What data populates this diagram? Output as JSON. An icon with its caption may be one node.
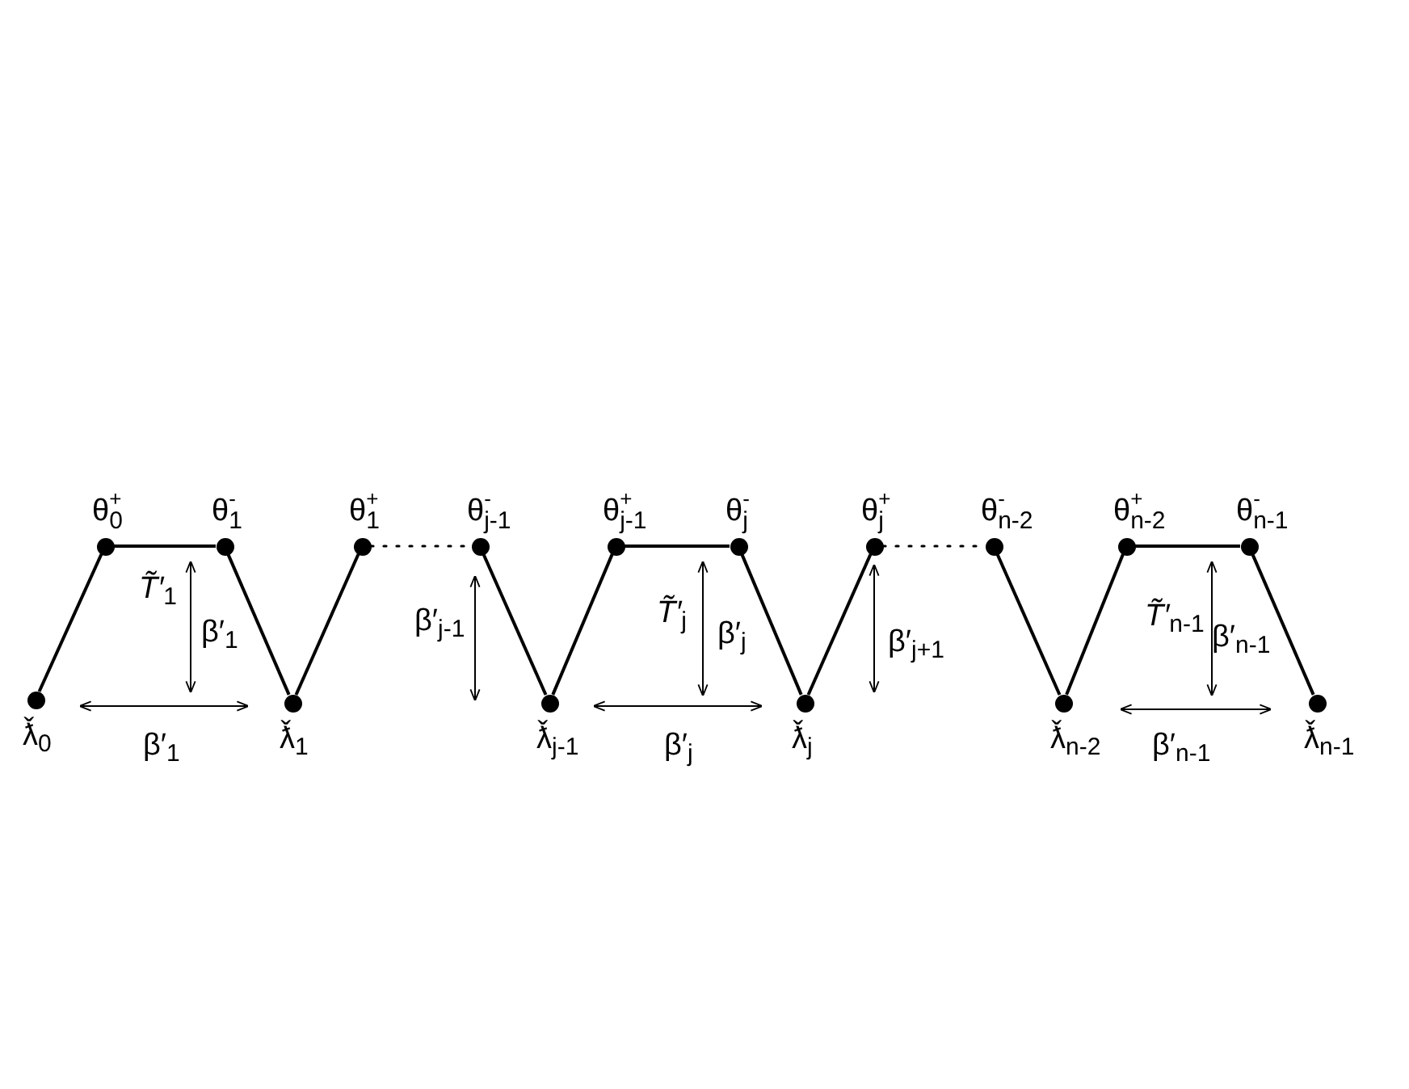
{
  "diagram": {
    "nodes": [
      {
        "text": [],
        "shape": "circle",
        "beside": [
          "ƛ̌$_{0}$"
        ]
      },
      {
        "text": [],
        "shape": "circle",
        "beside": [
          "θ$^{+}$$_{0}$"
        ]
      },
      {
        "text": [],
        "shape": "circle",
        "beside": [
          "θ$^{-}$$_{1}$"
        ]
      },
      {
        "text": [],
        "shape": "circle",
        "beside": [
          "ƛ̌$_{1}$"
        ]
      },
      {
        "text": [],
        "shape": "circle",
        "beside": [
          "θ$^{+}$$_{1}$"
        ]
      },
      {
        "text": [],
        "shape": "circle",
        "beside": [
          "θ$^{-}$$_{j-1}$"
        ]
      },
      {
        "text": [],
        "shape": "circle",
        "beside": [
          "ƛ̌$_{j-1}$"
        ]
      },
      {
        "text": [],
        "shape": "circle",
        "beside": [
          "θ$^{+}$$_{j-1}$"
        ]
      },
      {
        "text": [],
        "shape": "circle",
        "beside": [
          "θ$^{-}$$_{j}$"
        ]
      },
      {
        "text": [],
        "shape": "circle",
        "beside": [
          "ƛ̌$_{j}$"
        ]
      },
      {
        "text": [],
        "shape": "circle",
        "beside": [
          "θ$^{+}$$_{j}$"
        ]
      },
      {
        "text": [],
        "shape": "circle",
        "beside": [
          "θ$^{-}$$_{n-2}$"
        ]
      },
      {
        "text": [],
        "shape": "circle",
        "beside": [
          "ƛ̌$_{n-2}$"
        ]
      },
      {
        "text": [],
        "shape": "circle",
        "beside": [
          "θ$^{+}$$_{n-2}$"
        ]
      },
      {
        "text": [],
        "shape": "circle",
        "beside": [
          "θ$^{-}$$_{n-1}$"
        ]
      },
      {
        "text": [],
        "shape": "circle",
        "beside": [
          "ƛ̌$_{n-1}$"
        ]
      }
    ],
    "edges": [
      {
        "from": 0,
        "to": 1,
        "arrow": "none"
      },
      {
        "from": 1,
        "to": 2,
        "arrow": "none"
      },
      {
        "from": 2,
        "to": 3,
        "arrow": "none"
      },
      {
        "from": 3,
        "to": 4,
        "arrow": "none"
      },
      {
        "from": 4,
        "to": 5,
        "arrow": "none",
        "style": "dashed"
      },
      {
        "from": 5,
        "to": 6,
        "arrow": "none"
      },
      {
        "from": 6,
        "to": 7,
        "arrow": "none"
      },
      {
        "from": 7,
        "to": 8,
        "arrow": "none"
      },
      {
        "from": 8,
        "to": 9,
        "arrow": "none"
      },
      {
        "from": 9,
        "to": 10,
        "arrow": "none"
      },
      {
        "from": 10,
        "to": 11,
        "arrow": "none",
        "style": "dashed"
      },
      {
        "from": 11,
        "to": 12,
        "arrow": "none"
      },
      {
        "from": 12,
        "to": 13,
        "arrow": "none"
      },
      {
        "from": 13,
        "to": 14,
        "arrow": "none"
      },
      {
        "from": 14,
        "to": 15,
        "arrow": "none"
      }
    ],
    "labels": [
      "*T̃′*$_{1}$",
      "β′$_{1}$",
      "β′$_{1}$",
      "β′$_{j-1}$",
      "*T̃′*$_{j}$",
      "β′$_{j}$",
      "β′$_{j}$",
      "β′$_{j+1}$",
      "*T̃′*$_{n-1}$",
      "β′$_{n-1}$",
      "β′$_{n-1}$"
    ]
  }
}
